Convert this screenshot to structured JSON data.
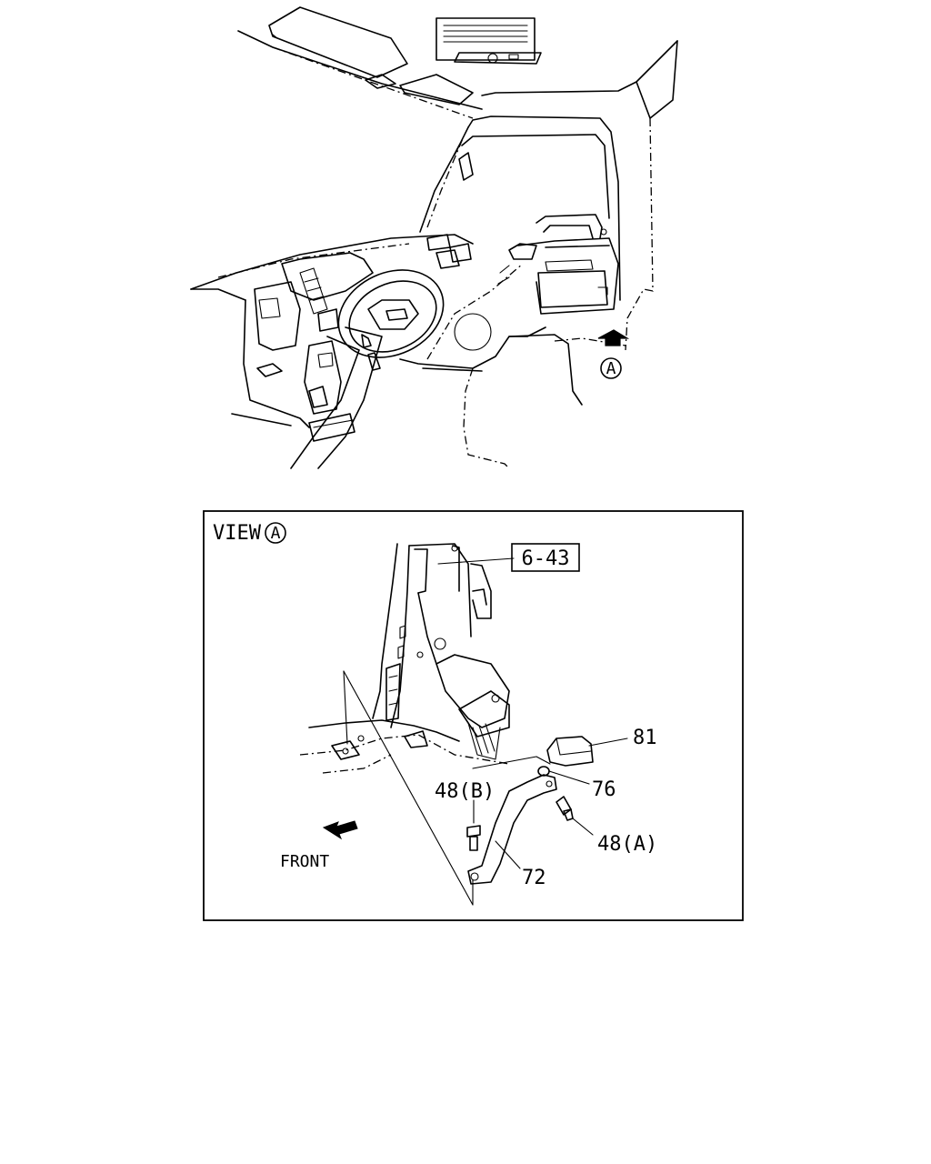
{
  "top_view": {
    "view_marker": "A"
  },
  "detail_view": {
    "title": "VIEW",
    "title_marker": "A",
    "reference_box": "6-43",
    "callouts": [
      {
        "id": "81",
        "text": "81"
      },
      {
        "id": "76",
        "text": "76"
      },
      {
        "id": "48b",
        "text": "48(B)"
      },
      {
        "id": "48a",
        "text": "48(A)"
      },
      {
        "id": "72",
        "text": "72"
      }
    ],
    "front_label": "FRONT"
  }
}
